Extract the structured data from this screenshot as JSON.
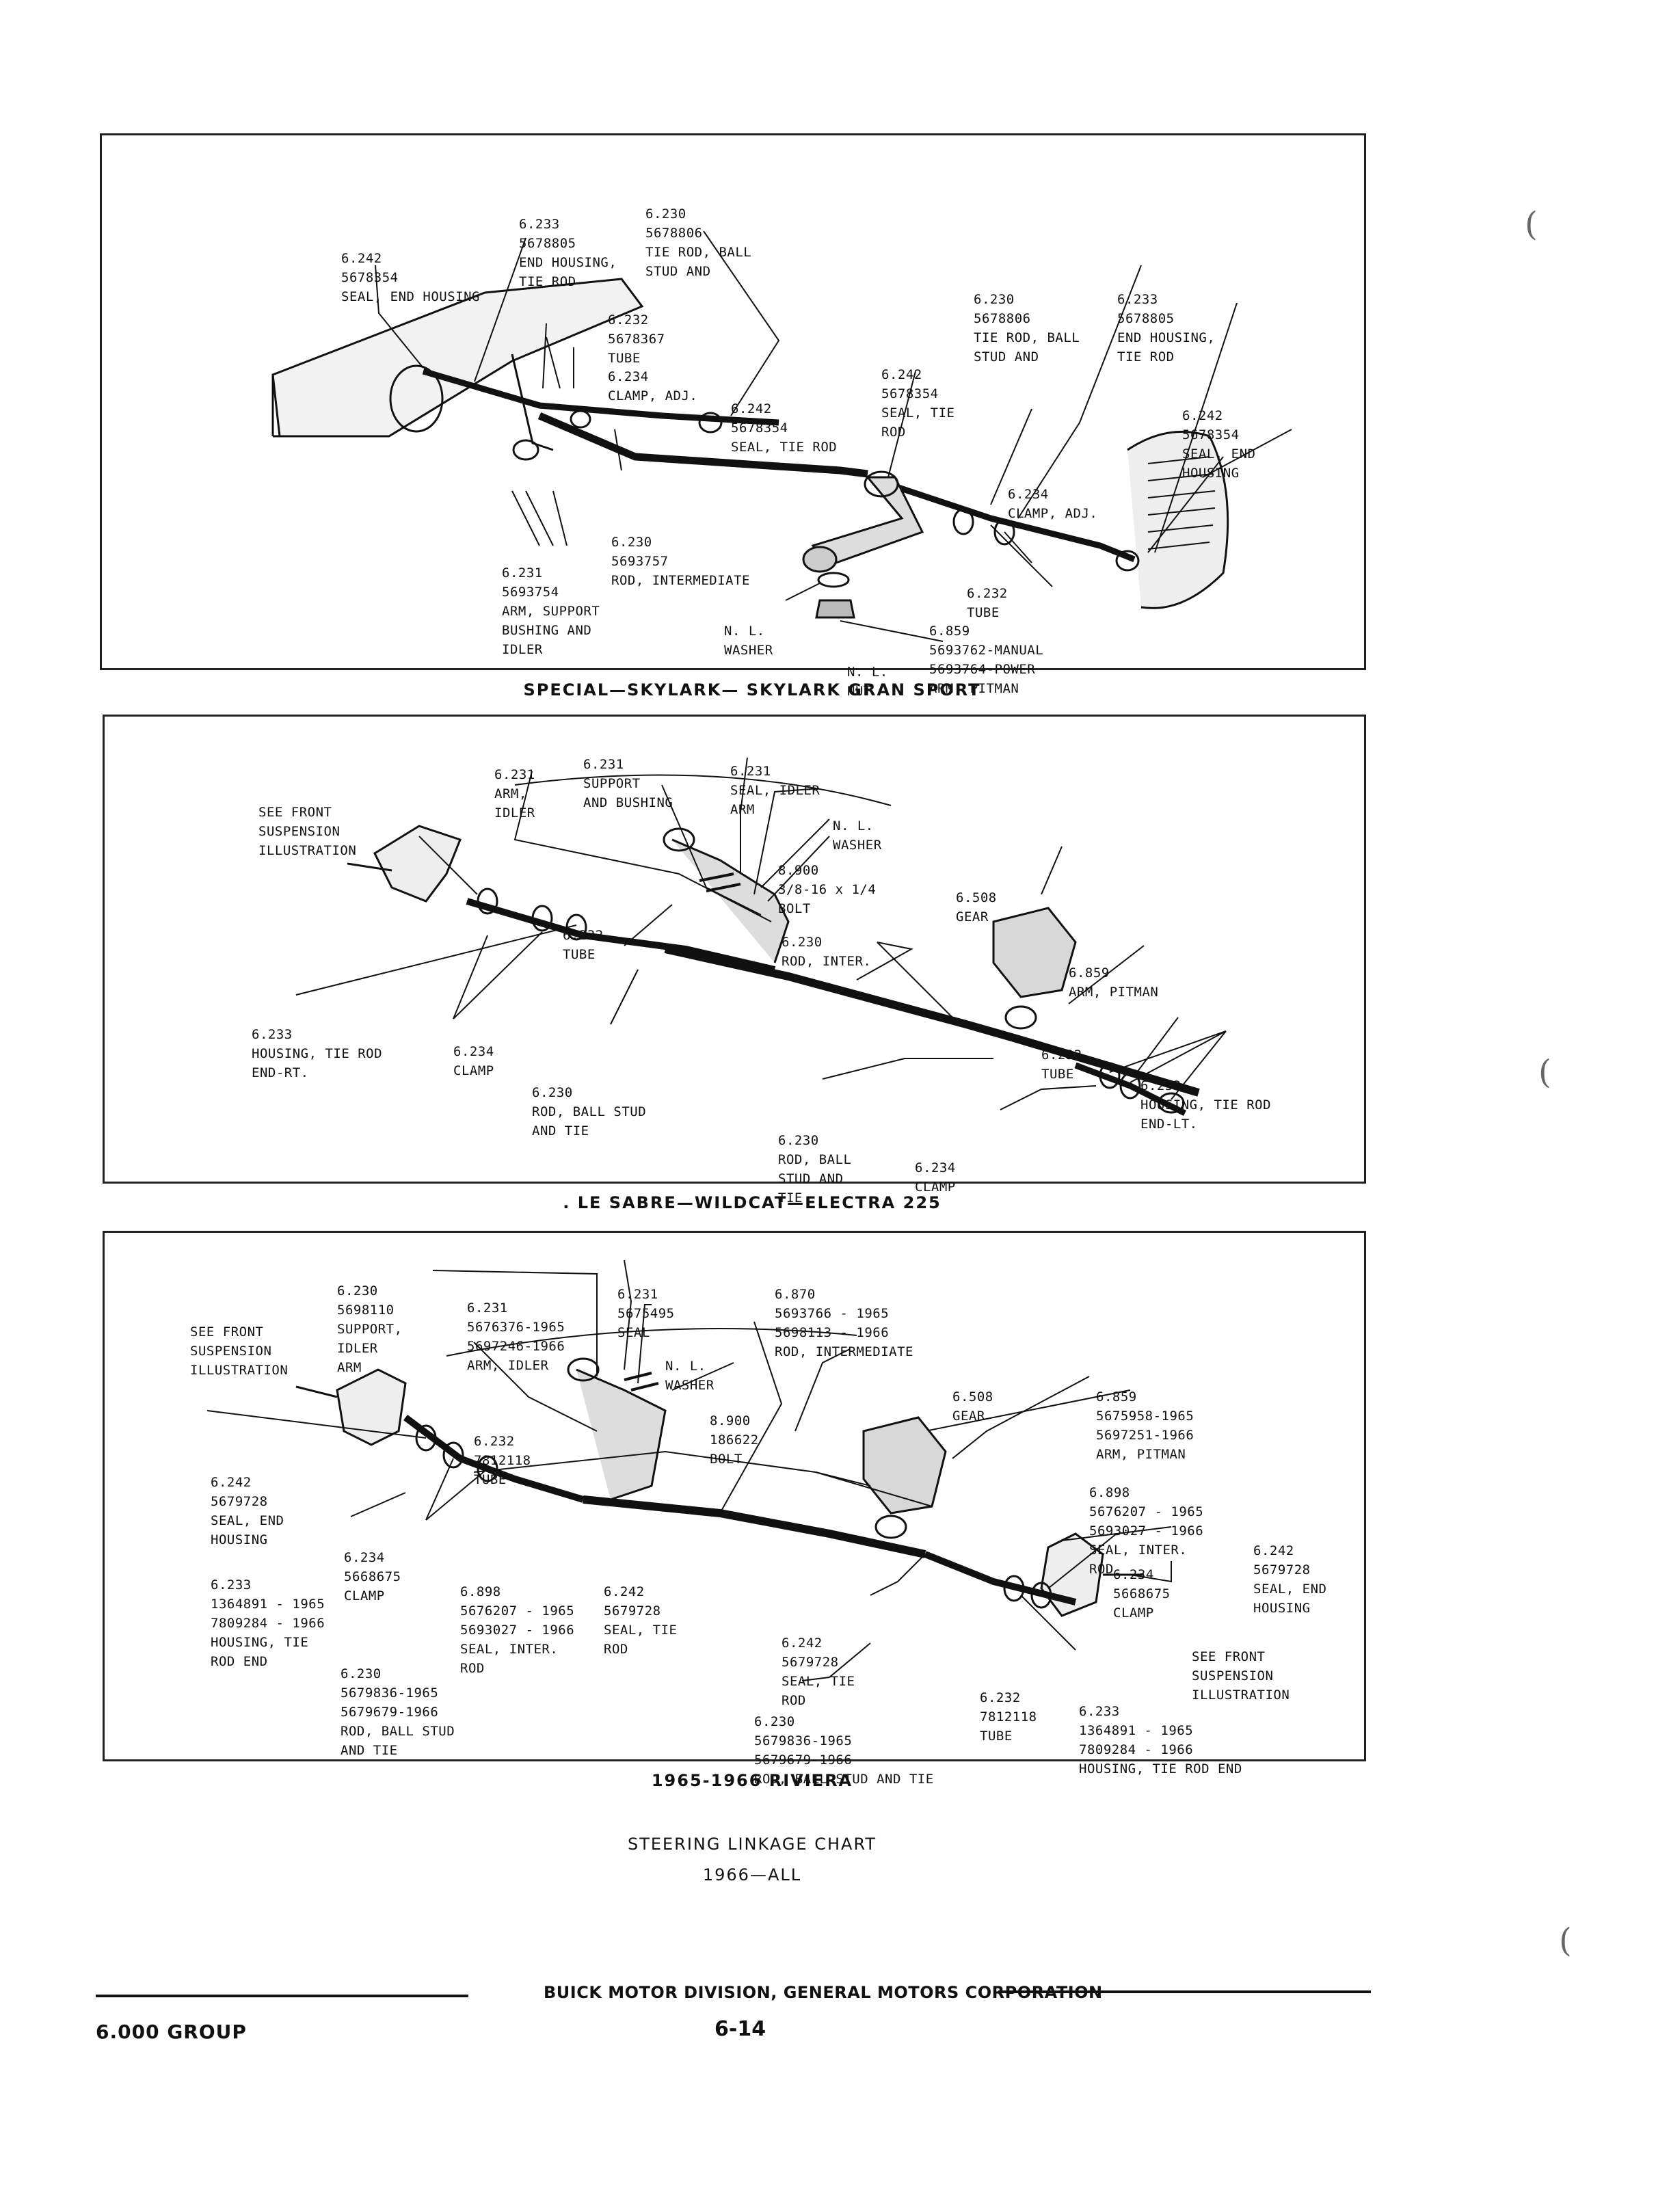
{
  "panels": [
    {
      "caption": "SPECIAL—SKYLARK— SKYLARK GRAN SPORT",
      "labels": [
        {
          "lines": [
            "6.242",
            "5678354",
            "SEAL, END HOUSING"
          ]
        },
        {
          "lines": [
            "6.233",
            "5678805",
            "END HOUSING,",
            "TIE ROD"
          ]
        },
        {
          "lines": [
            "6.230",
            "5678806",
            "TIE ROD, BALL",
            "STUD AND"
          ]
        },
        {
          "lines": [
            "6.232",
            "5678367",
            "TUBE"
          ]
        },
        {
          "lines": [
            "6.234",
            "CLAMP, ADJ."
          ]
        },
        {
          "lines": [
            "6.242",
            "5678354",
            "SEAL, TIE ROD"
          ]
        },
        {
          "lines": [
            "6.242",
            "5678354",
            "SEAL, TIE",
            "ROD"
          ]
        },
        {
          "lines": [
            "6.230",
            "5678806",
            "TIE ROD, BALL",
            "STUD AND"
          ]
        },
        {
          "lines": [
            "6.233",
            "5678805",
            "END HOUSING,",
            "TIE ROD"
          ]
        },
        {
          "lines": [
            "6.242",
            "5678354",
            "SEAL, END",
            "HOUSING"
          ]
        },
        {
          "lines": [
            "6.234",
            "CLAMP, ADJ."
          ]
        },
        {
          "lines": [
            "6.230",
            "5693757",
            "ROD, INTERMEDIATE"
          ]
        },
        {
          "lines": [
            "6.231",
            "5693754",
            "ARM, SUPPORT",
            "BUSHING AND",
            "IDLER"
          ]
        },
        {
          "lines": [
            "N. L.",
            "WASHER"
          ]
        },
        {
          "lines": [
            "6.232",
            "TUBE"
          ]
        },
        {
          "lines": [
            "6.859",
            "5693762-MANUAL",
            "5693764-POWER",
            "ARM, PITMAN"
          ]
        },
        {
          "lines": [
            "N. L.",
            "NUT"
          ]
        }
      ]
    },
    {
      "caption": ". LE SABRE—WILDCAT—ELECTRA 225",
      "labels": [
        {
          "lines": [
            "SEE FRONT",
            "SUSPENSION",
            "ILLUSTRATION"
          ]
        },
        {
          "lines": [
            "6.231",
            "ARM,",
            "IDLER"
          ]
        },
        {
          "lines": [
            "6.231",
            "SUPPORT",
            "AND BUSHING"
          ]
        },
        {
          "lines": [
            "6.231",
            "SEAL, IDLER",
            "ARM"
          ]
        },
        {
          "lines": [
            "N. L.",
            "WASHER"
          ]
        },
        {
          "lines": [
            "8.900",
            "3/8-16 x 1/4",
            "BOLT"
          ]
        },
        {
          "lines": [
            "6.508",
            "GEAR"
          ]
        },
        {
          "lines": [
            "6.232",
            "TUBE"
          ]
        },
        {
          "lines": [
            "6.230",
            "ROD, INTER."
          ]
        },
        {
          "lines": [
            "6.859",
            "ARM, PITMAN"
          ]
        },
        {
          "lines": [
            "6.233",
            "HOUSING, TIE ROD",
            "END-RT."
          ]
        },
        {
          "lines": [
            "6.234",
            "CLAMP"
          ]
        },
        {
          "lines": [
            "6.230",
            "ROD, BALL STUD",
            "AND TIE"
          ]
        },
        {
          "lines": [
            "6.232",
            "TUBE"
          ]
        },
        {
          "lines": [
            "6.233",
            "HOUSING, TIE ROD",
            "END-LT."
          ]
        },
        {
          "lines": [
            "6.230",
            "ROD, BALL",
            "STUD AND",
            "TIE"
          ]
        },
        {
          "lines": [
            "6.234",
            "CLAMP"
          ]
        }
      ]
    },
    {
      "caption": "1965-1966 RIVIERA",
      "labels": [
        {
          "lines": [
            "SEE FRONT",
            "SUSPENSION",
            "ILLUSTRATION"
          ]
        },
        {
          "lines": [
            "6.230",
            "5698110",
            "SUPPORT,",
            "IDLER",
            "ARM"
          ]
        },
        {
          "lines": [
            "6.231",
            "5676376-1965",
            "5697246-1966",
            "ARM, IDLER"
          ]
        },
        {
          "lines": [
            "6.231",
            "5675495",
            "SEAL"
          ]
        },
        {
          "lines": [
            "6.870",
            "5693766 - 1965",
            "5698113 - 1966",
            "ROD, INTERMEDIATE"
          ]
        },
        {
          "lines": [
            "N. L.",
            "WASHER"
          ]
        },
        {
          "lines": [
            "8.900",
            "186622",
            "BOLT"
          ]
        },
        {
          "lines": [
            "6.508",
            "GEAR"
          ]
        },
        {
          "lines": [
            "6.859",
            "5675958-1965",
            "5697251-1966",
            "ARM, PITMAN"
          ]
        },
        {
          "lines": [
            "6.232",
            "7812118",
            "TUBE"
          ]
        },
        {
          "lines": [
            "6.242",
            "5679728",
            "SEAL, END",
            "HOUSING"
          ]
        },
        {
          "lines": [
            "6.898",
            "5676207 - 1965",
            "5693027 - 1966",
            "SEAL, INTER.",
            "ROD"
          ]
        },
        {
          "lines": [
            "6.234",
            "5668675",
            "CLAMP"
          ]
        },
        {
          "lines": [
            "6.242",
            "5679728",
            "SEAL, END",
            "HOUSING"
          ]
        },
        {
          "lines": [
            "6.233",
            "1364891 - 1965",
            "7809284 - 1966",
            "HOUSING, TIE",
            "ROD END"
          ]
        },
        {
          "lines": [
            "6.898",
            "5676207 - 1965",
            "5693027 - 1966",
            "SEAL, INTER.",
            "ROD"
          ]
        },
        {
          "lines": [
            "6.242",
            "5679728",
            "SEAL, TIE",
            "ROD"
          ]
        },
        {
          "lines": [
            "6.234",
            "5668675",
            "CLAMP"
          ]
        },
        {
          "lines": [
            "6.242",
            "5679728",
            "SEAL, TIE",
            "ROD"
          ]
        },
        {
          "lines": [
            "SEE FRONT",
            "SUSPENSION",
            "ILLUSTRATION"
          ]
        },
        {
          "lines": [
            "6.230",
            "5679836-1965",
            "5679679-1966",
            "ROD, BALL STUD",
            "AND TIE"
          ]
        },
        {
          "lines": [
            "6.232",
            "7812118",
            "TUBE"
          ]
        },
        {
          "lines": [
            "6.233",
            "1364891 - 1965",
            "7809284 - 1966",
            "HOUSING, TIE ROD END"
          ]
        },
        {
          "lines": [
            "6.230",
            "5679836-1965",
            "5679679-1966",
            "ROD, BALL STUD AND TIE"
          ]
        }
      ]
    }
  ],
  "chart_title": "STEERING LINKAGE CHART",
  "chart_subtitle": "1966—ALL",
  "footer": {
    "division": "BUICK MOTOR DIVISION, GENERAL MOTORS CORPORATION",
    "group": "6.000 GROUP",
    "page_number": "6-14"
  }
}
